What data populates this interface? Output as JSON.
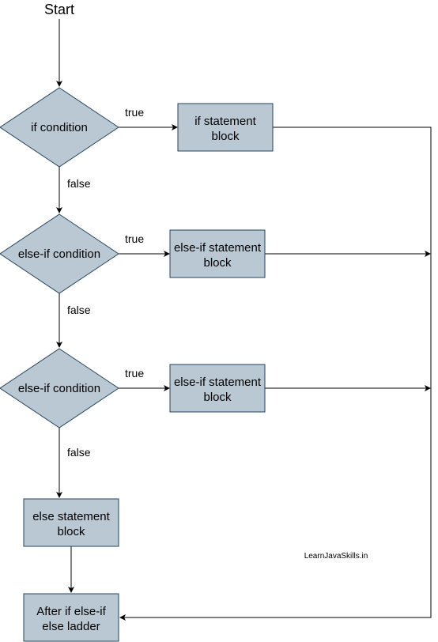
{
  "start_label": "Start",
  "decisions": {
    "if": "if condition",
    "else_if_1": "else-if condition",
    "else_if_2": "else-if condition"
  },
  "blocks": {
    "if": [
      "if statement",
      "block"
    ],
    "else_if_1": [
      "else-if statement",
      "block"
    ],
    "else_if_2": [
      "else-if statement",
      "block"
    ],
    "else": [
      "else statement",
      "block"
    ],
    "after": [
      "After if else-if",
      "else ladder"
    ]
  },
  "edge_labels": {
    "true": "true",
    "false": "false"
  },
  "watermark": "LearnJavaSkills.in",
  "colors": {
    "shape_fill": "#bac8d3",
    "shape_stroke": "#23445d",
    "line": "#000000"
  }
}
